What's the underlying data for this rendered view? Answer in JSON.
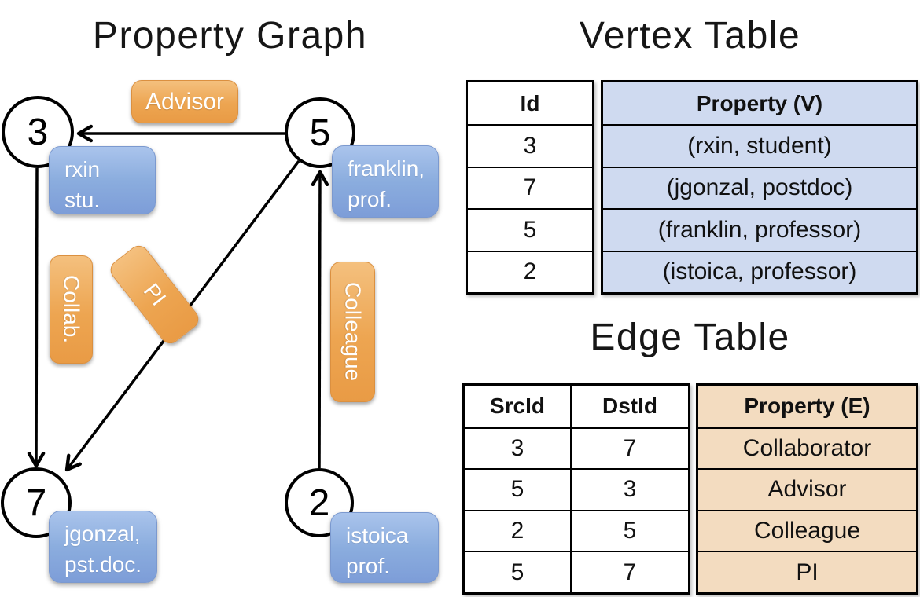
{
  "graph": {
    "title": "Property Graph",
    "vertices": [
      {
        "id": "3",
        "prop_line1": "rxin",
        "prop_line2": "stu."
      },
      {
        "id": "5",
        "prop_line1": "franklin,",
        "prop_line2": "prof."
      },
      {
        "id": "7",
        "prop_line1": "jgonzal,",
        "prop_line2": "pst.doc."
      },
      {
        "id": "2",
        "prop_line1": "istoica",
        "prop_line2": "prof."
      }
    ],
    "edges": [
      {
        "src": "5",
        "dst": "3",
        "label": "Advisor"
      },
      {
        "src": "3",
        "dst": "7",
        "label": "Collab."
      },
      {
        "src": "5",
        "dst": "7",
        "label": "PI"
      },
      {
        "src": "2",
        "dst": "5",
        "label": "Colleague"
      }
    ]
  },
  "vertex_table": {
    "title": "Vertex Table",
    "columns": [
      "Id",
      "Property (V)"
    ],
    "rows": [
      [
        "3",
        "(rxin, student)"
      ],
      [
        "7",
        "(jgonzal, postdoc)"
      ],
      [
        "5",
        "(franklin, professor)"
      ],
      [
        "2",
        "(istoica, professor)"
      ]
    ]
  },
  "edge_table": {
    "title": "Edge Table",
    "columns": [
      "SrcId",
      "DstId",
      "Property (E)"
    ],
    "rows": [
      [
        "3",
        "7",
        "Collaborator"
      ],
      [
        "5",
        "3",
        "Advisor"
      ],
      [
        "2",
        "5",
        "Colleague"
      ],
      [
        "5",
        "7",
        "PI"
      ]
    ]
  },
  "colors": {
    "edge_label_orange": "#EDA551",
    "vertex_box_blue": "#7D9DD8",
    "vertex_table_fill": "#CFDAF0",
    "edge_table_fill": "#F3DCC0",
    "line_black": "#000000"
  }
}
